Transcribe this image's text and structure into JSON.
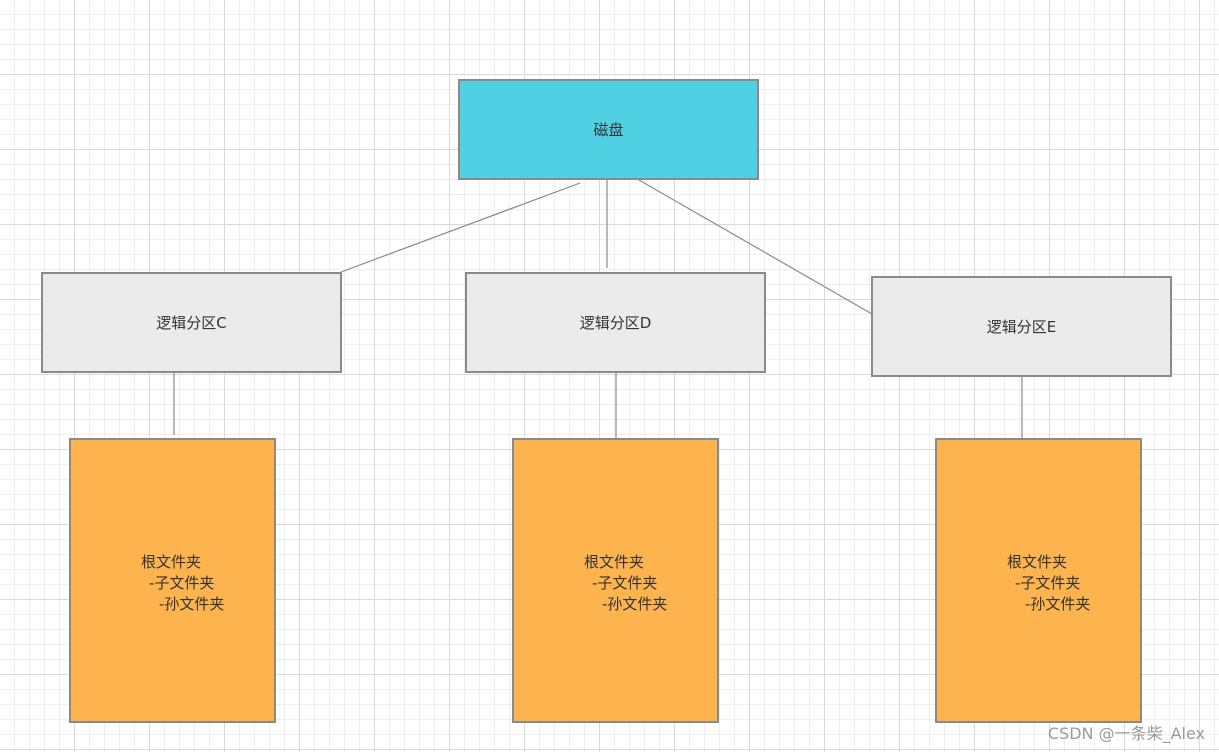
{
  "disk": {
    "label": "磁盘",
    "color": "#4fd0e3"
  },
  "partitions": [
    {
      "label": "逻辑分区C"
    },
    {
      "label": "逻辑分区D"
    },
    {
      "label": "逻辑分区E"
    }
  ],
  "partition_color": "#ebebeb",
  "folders": [
    {
      "root": "根文件夹",
      "child": "-子文件夹",
      "grandchild": "-孙文件夹"
    },
    {
      "root": "根文件夹",
      "child": "-子文件夹",
      "grandchild": "-孙文件夹"
    },
    {
      "root": "根文件夹",
      "child": "-子文件夹",
      "grandchild": "-孙文件夹"
    }
  ],
  "folder_color": "#fdb44f",
  "watermark": "CSDN @一条柴_Alex"
}
